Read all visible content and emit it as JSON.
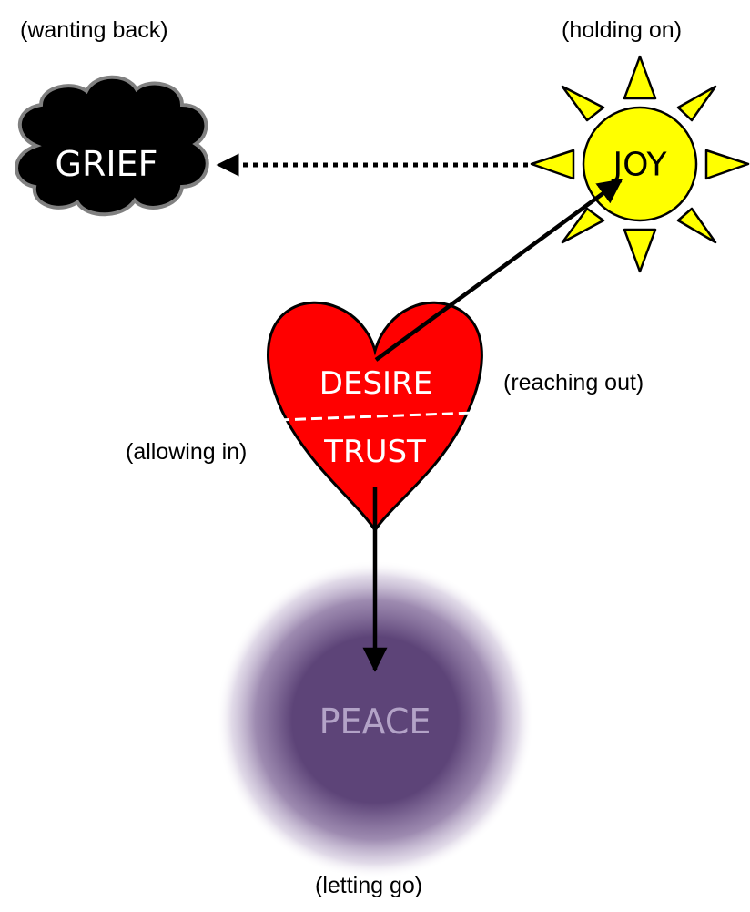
{
  "colors": {
    "grief_fill": "#000000",
    "grief_stroke": "#808080",
    "joy_fill": "#ffff00",
    "heart_fill": "#ff0000",
    "peace_fill": "#5d4478",
    "peace_text": "#b3a3c7",
    "label_white": "#ffffff",
    "arrow": "#000000"
  },
  "nodes": {
    "grief": {
      "label": "GRIEF",
      "annotation": "(wanting back)",
      "icon": "cloud-icon"
    },
    "joy": {
      "label": "JOY",
      "annotation": "(holding on)",
      "icon": "sun-icon"
    },
    "heart": {
      "icon": "heart-icon",
      "desire": {
        "label": "DESIRE",
        "annotation": "(reaching out)"
      },
      "trust": {
        "label": "TRUST",
        "annotation": "(allowing in)"
      }
    },
    "peace": {
      "label": "PEACE",
      "annotation": "(letting go)",
      "icon": "blurred-circle-icon"
    }
  },
  "edges": [
    {
      "from": "joy",
      "to": "grief",
      "style": "dotted"
    },
    {
      "from": "heart-desire",
      "to": "joy",
      "style": "solid"
    },
    {
      "from": "heart-trust",
      "to": "peace",
      "style": "solid"
    }
  ]
}
